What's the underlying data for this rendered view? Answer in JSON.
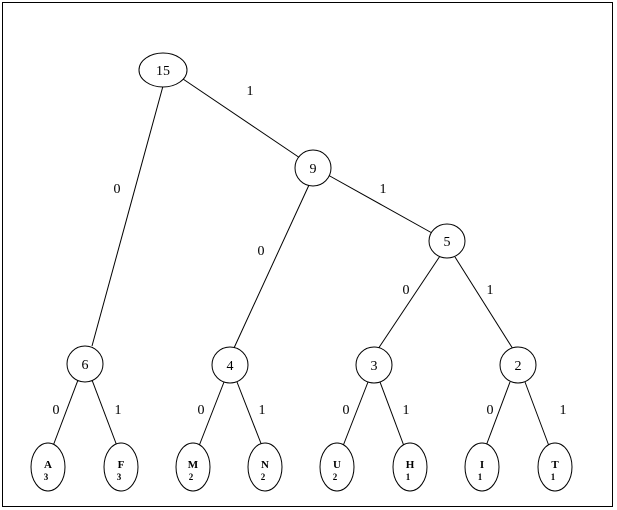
{
  "tree": {
    "root": "15",
    "internal_nodes": [
      "15",
      "9",
      "5",
      "6",
      "4",
      "3",
      "2"
    ],
    "leaves": [
      {
        "letter": "A",
        "count": "3"
      },
      {
        "letter": "F",
        "count": "3"
      },
      {
        "letter": "M",
        "count": "2"
      },
      {
        "letter": "N",
        "count": "2"
      },
      {
        "letter": "U",
        "count": "2"
      },
      {
        "letter": "H",
        "count": "1"
      },
      {
        "letter": "I",
        "count": "1"
      },
      {
        "letter": "T",
        "count": "1"
      }
    ],
    "edge_labels": {
      "n15_to_6": "0",
      "n15_to_9": "1",
      "n9_to_4": "0",
      "n9_to_5": "1",
      "n5_to_3": "0",
      "n5_to_2": "1",
      "n6_to_A": "0",
      "n6_to_F": "1",
      "n4_to_M": "0",
      "n4_to_N": "1",
      "n3_to_U": "0",
      "n3_to_H": "1",
      "n2_to_I": "0",
      "n2_to_T": "1"
    }
  }
}
